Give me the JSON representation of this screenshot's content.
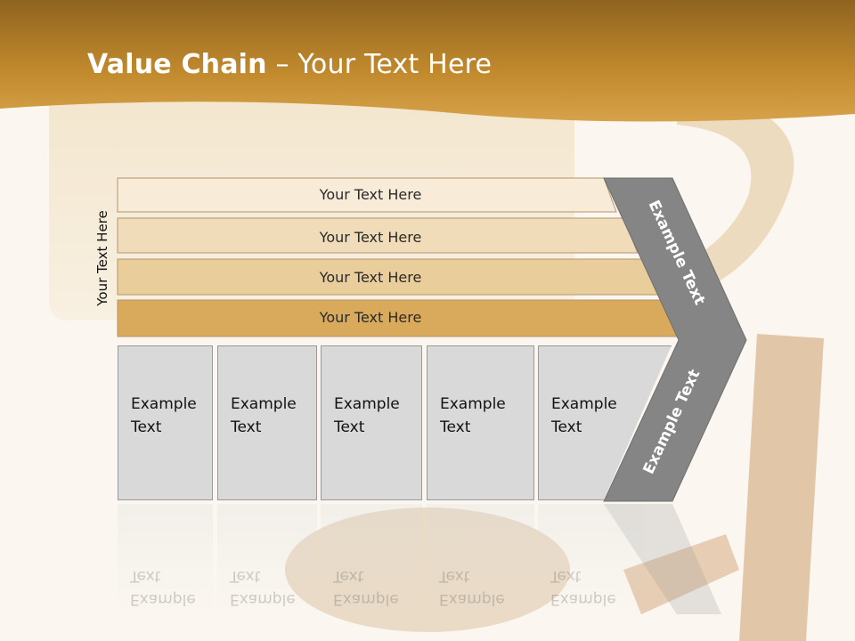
{
  "slide": {
    "title_bold": "Value Chain",
    "title_rest": " – Your Text Here",
    "side_label": "Your Text Here"
  },
  "bars": [
    {
      "label": "Your Text Here",
      "color": "#f8ecd9"
    },
    {
      "label": "Your Text Here",
      "color": "#f1dcb9"
    },
    {
      "label": "Your Text Here",
      "color": "#e9cd9a"
    },
    {
      "label": "Your Text Here",
      "color": "#d9aa5c"
    }
  ],
  "boxes": [
    {
      "line1": "Example",
      "line2": "Text"
    },
    {
      "line1": "Example",
      "line2": "Text"
    },
    {
      "line1": "Example",
      "line2": "Text"
    },
    {
      "line1": "Example",
      "line2": "Text"
    },
    {
      "line1": "Example",
      "line2": "Text"
    }
  ],
  "chevron": {
    "upper_text": "Example Text",
    "lower_text": "Example Text",
    "color": "#858585"
  },
  "colors": {
    "header_band": "#c8902e",
    "box_fill": "#d9d9d9"
  }
}
